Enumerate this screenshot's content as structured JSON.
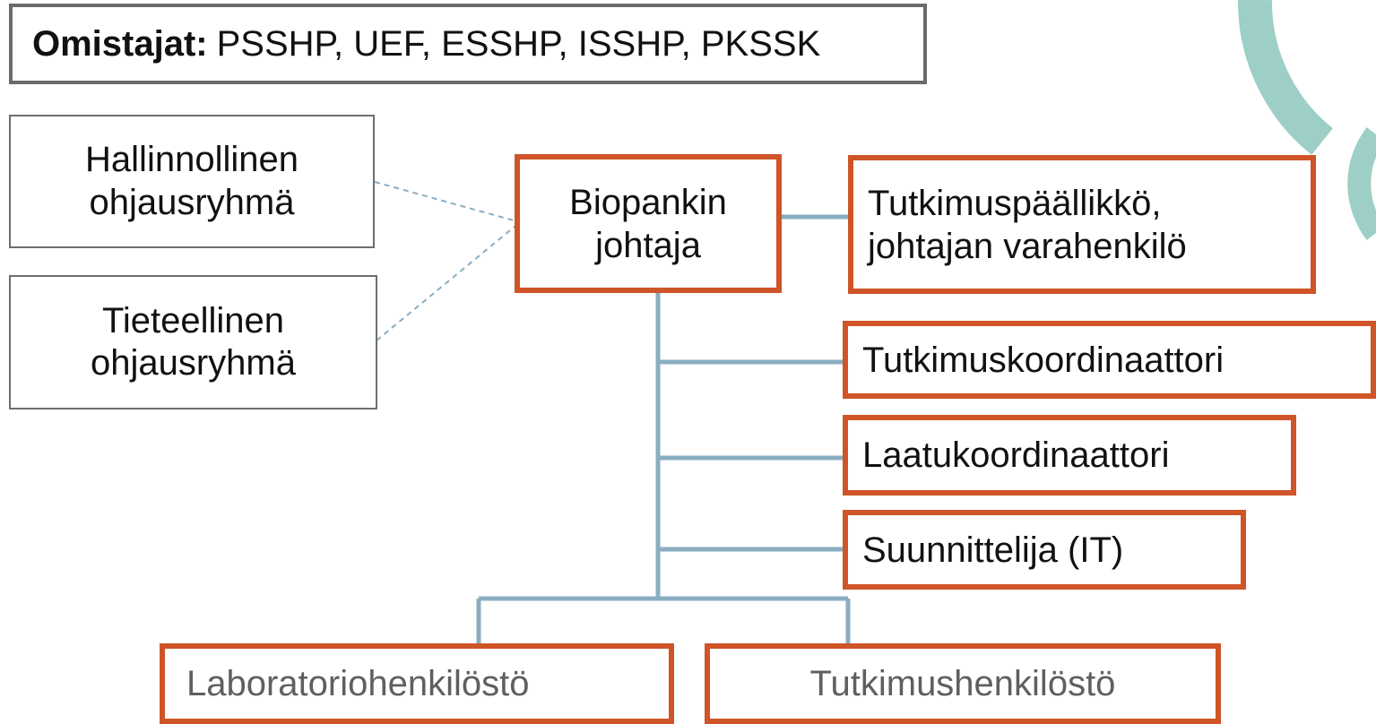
{
  "owners": {
    "label": "Omistajat:",
    "value": "PSSHP, UEF, ESSHP, ISSHP, PKSSK"
  },
  "steering": {
    "admin_line1": "Hallinnollinen",
    "admin_line2": "ohjausryhmä",
    "science_line1": "Tieteellinen",
    "science_line2": "ohjausryhmä"
  },
  "director": {
    "line1": "Biopankin",
    "line2": "johtaja"
  },
  "deputy": {
    "line1": "Tutkimuspäällikkö,",
    "line2": "johtajan varahenkilö"
  },
  "staff": [
    "Tutkimuskoordinaattori",
    "Laatukoordinaattori",
    "Suunnittelija (IT)"
  ],
  "bottom": {
    "lab": "Laboratoriohenkilöstö",
    "research": "Tutkimushenkilöstö"
  },
  "colors": {
    "box_border": "#cf5428",
    "connector": "#8aadc2",
    "dashed": "#8aadc2",
    "decoration": "#8cc7bd"
  }
}
